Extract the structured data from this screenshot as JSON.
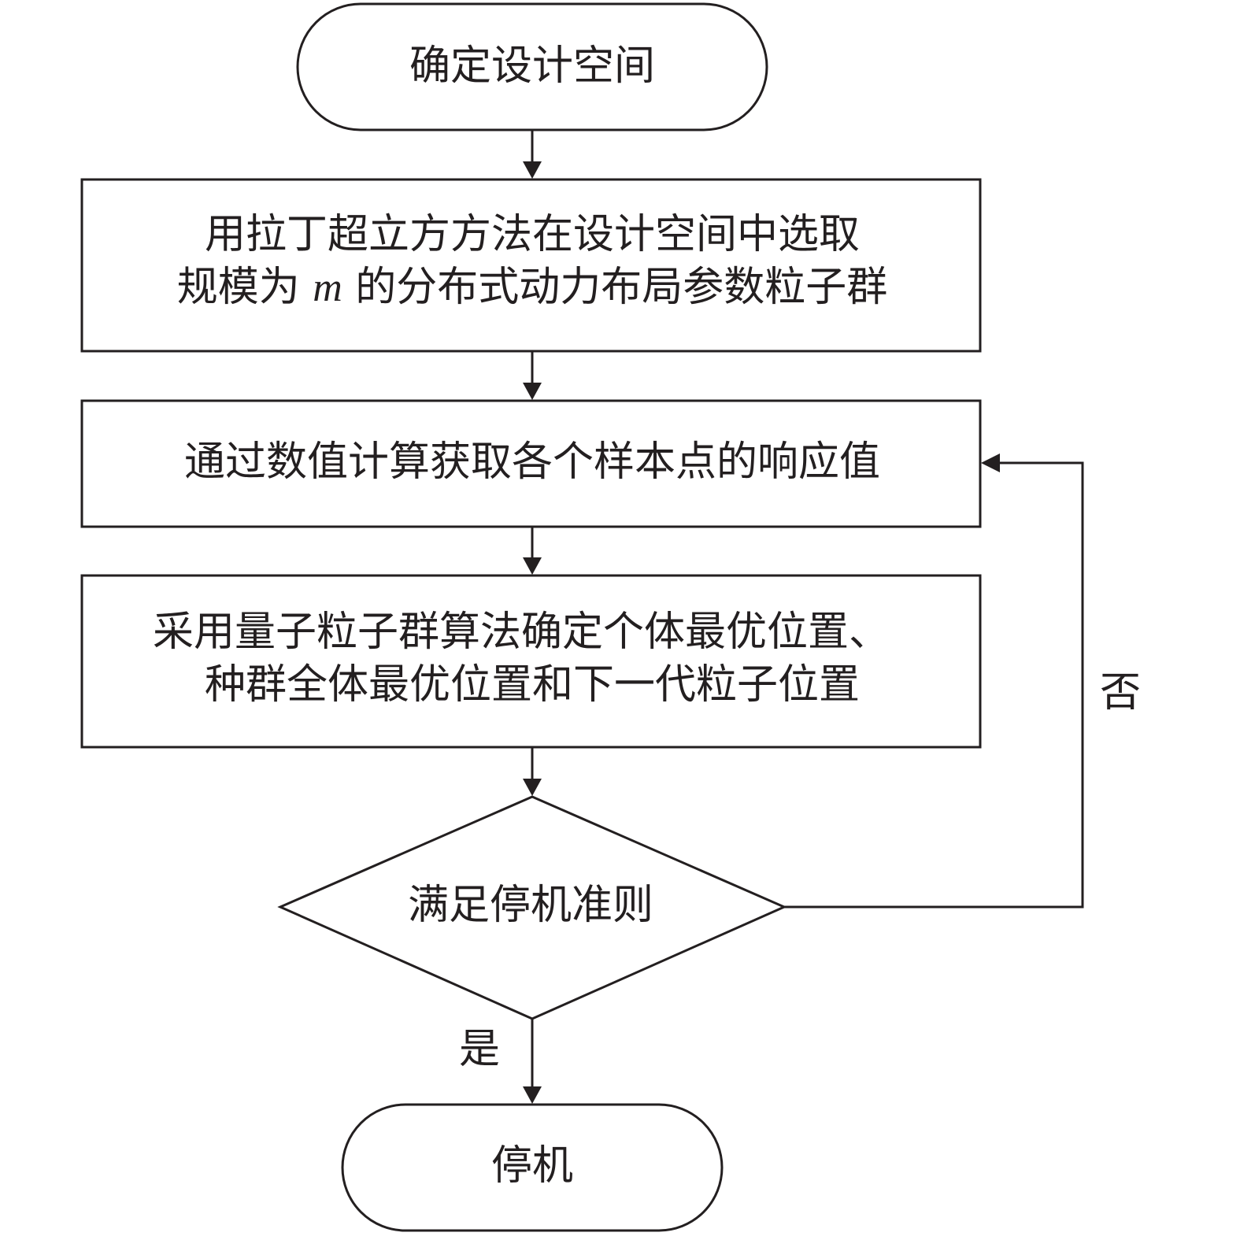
{
  "nodes": {
    "start": {
      "text": "确定设计空间"
    },
    "step1": {
      "line1": "用拉丁超立方方法在设计空间中选取",
      "line2_prefix": "规模为 ",
      "line2_var": "m",
      "line2_suffix": " 的分布式动力布局参数粒子群"
    },
    "step2": {
      "text": "通过数值计算获取各个样本点的响应值"
    },
    "step3": {
      "line1": "采用量子粒子群算法确定个体最优位置、",
      "line2": "种群全体最优位置和下一代粒子位置"
    },
    "decision": {
      "text": "满足停机准则"
    },
    "end": {
      "text": "停机"
    }
  },
  "branches": {
    "yes": "是",
    "no": "否"
  },
  "colors": {
    "stroke": "#231f20",
    "fill": "#ffffff"
  }
}
